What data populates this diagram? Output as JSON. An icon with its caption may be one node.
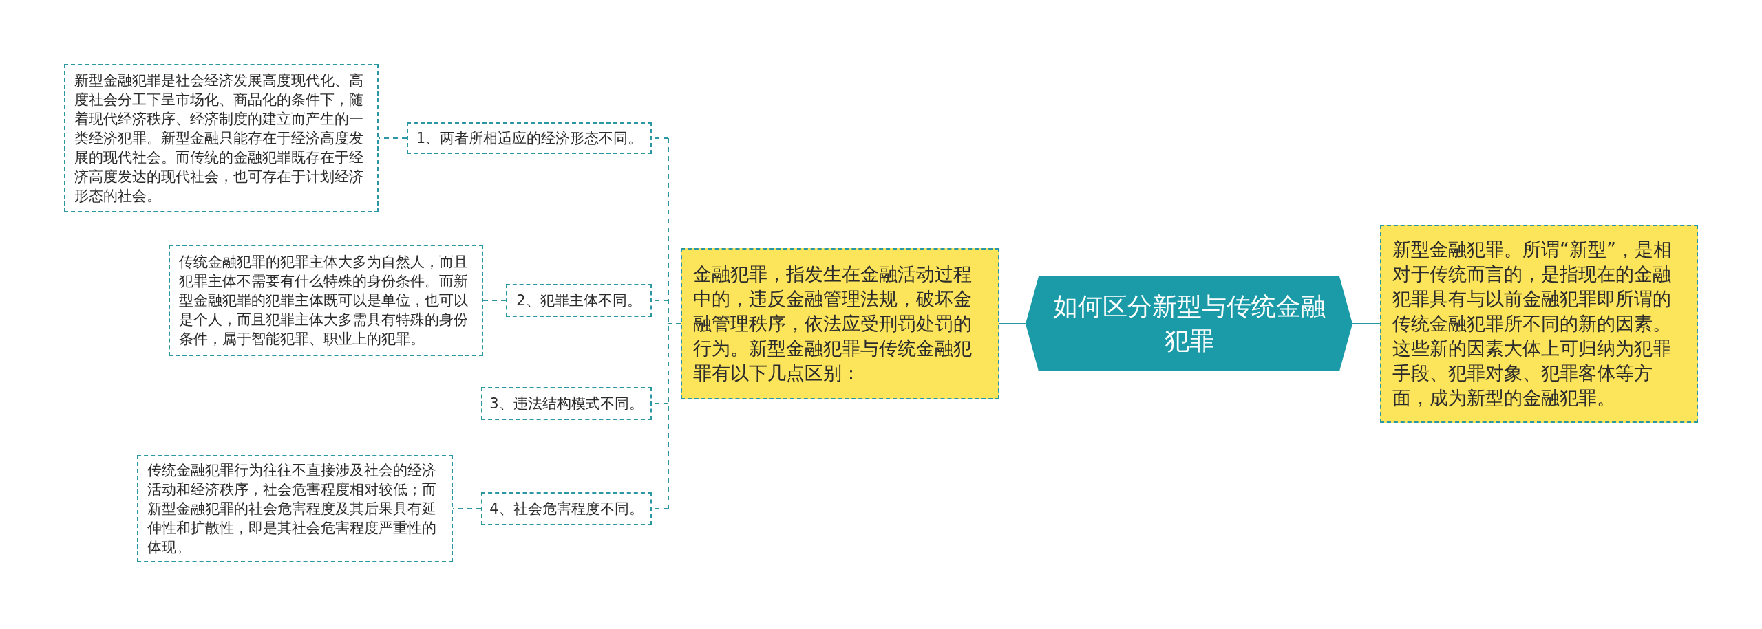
{
  "diagram": {
    "nodes": [
      {
        "text": [
          "如何区分新型与传统金融犯罪"
        ]
      },
      {
        "text": [
          "新型金融犯罪。所谓“新型”，是相对于传统而言的，是指现在的金融犯罪具有与以前金融犯罪即所谓的传统金融犯罪所不同的新的因素。这些新的因素大体上可归纳为犯罪手段、犯罪对象、犯罪客体等方面，成为新型的金融犯罪。"
        ]
      },
      {
        "text": [
          "金融犯罪，指发生在金融活动过程中的，违反金融管理法规，破坏金融管理秩序，依法应受刑罚处罚的行为。新型金融犯罪与传统金融犯罪有以下几点区别："
        ]
      },
      {
        "text": [
          "1、两者所相适应的经济形态不同。"
        ]
      },
      {
        "text": [
          "新型金融犯罪是社会经济发展高度现代化、高度社会分工下呈市场化、商品化的条件下，随着现代经济秩序、经济制度的建立而产生的一类经济犯罪。新型金融只能存在于经济高度发展的现代社会。而传统的金融犯罪既存在于经济高度发达的现代社会，也可存在于计划经济形态的社会。"
        ]
      },
      {
        "text": [
          "2、犯罪主体不同。"
        ]
      },
      {
        "text": [
          "传统金融犯罪的犯罪主体大多为自然人，而且犯罪主体不需要有什么特殊的身份条件。而新型金融犯罪的犯罪主体既可以是单位，也可以是个人，而且犯罪主体大多需具有特殊的身份条件，属于智能犯罪、职业上的犯罪。"
        ]
      },
      {
        "text": [
          "3、违法结构模式不同。"
        ]
      },
      {
        "text": [
          "4、社会危害程度不同。"
        ]
      },
      {
        "text": [
          "传统金融犯罪行为往往不直接涉及社会的经济活动和经济秩序，社会危害程度相对较低；而新型金融犯罪的社会危害程度及其后果具有延伸性和扩散性，即是其社会危害程度严重性的体现。"
        ]
      }
    ],
    "edges": [
      {
        "from": 0,
        "to": 1,
        "arrow": "none"
      },
      {
        "from": 0,
        "to": 2,
        "arrow": "none"
      },
      {
        "from": 2,
        "to": 3,
        "arrow": "none",
        "style": "dashed"
      },
      {
        "from": 2,
        "to": 5,
        "arrow": "none",
        "style": "dashed"
      },
      {
        "from": 2,
        "to": 7,
        "arrow": "none",
        "style": "dashed"
      },
      {
        "from": 2,
        "to": 8,
        "arrow": "none",
        "style": "dashed"
      },
      {
        "from": 3,
        "to": 4,
        "arrow": "none",
        "style": "dashed"
      },
      {
        "from": 5,
        "to": 6,
        "arrow": "none",
        "style": "dashed"
      },
      {
        "from": 8,
        "to": 9,
        "arrow": "none",
        "style": "dashed"
      }
    ]
  }
}
